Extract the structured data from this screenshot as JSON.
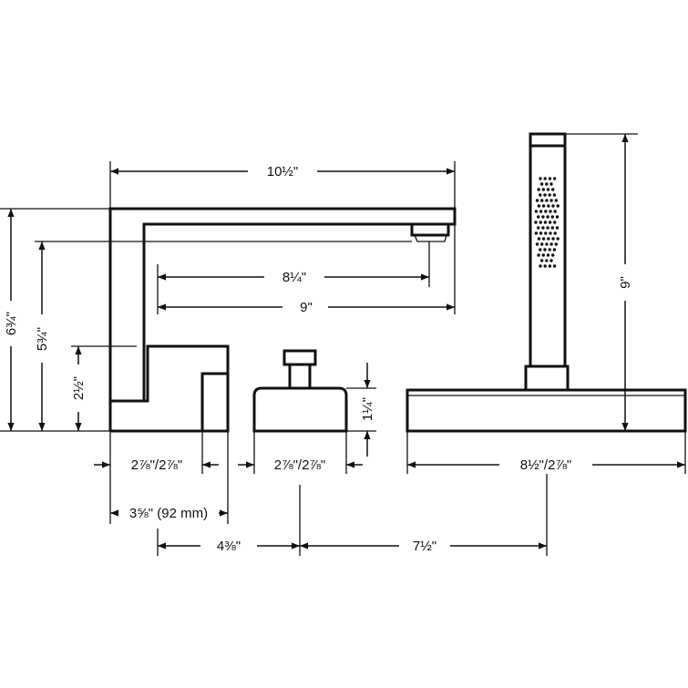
{
  "dimensions": {
    "spout_length": "10½\"",
    "spout_reach": "8¼\"",
    "spout_depth": "9\"",
    "total_height": "6¾\"",
    "spout_outlet_height": "5¾\"",
    "base_height": "2½\"",
    "spout_base_width": "2⅞\"/2⅞\"",
    "spout_hole_spacing": "3⅝\" (92 mm)",
    "valve_spacing": "4⅜\"",
    "valve_base_width": "2⅞\"/2⅞\"",
    "valve_height": "1¼\"",
    "handshower_spacing": "7½\"",
    "handshower_base_width": "8½\"/2⅞\"",
    "handshower_height": "9\""
  }
}
